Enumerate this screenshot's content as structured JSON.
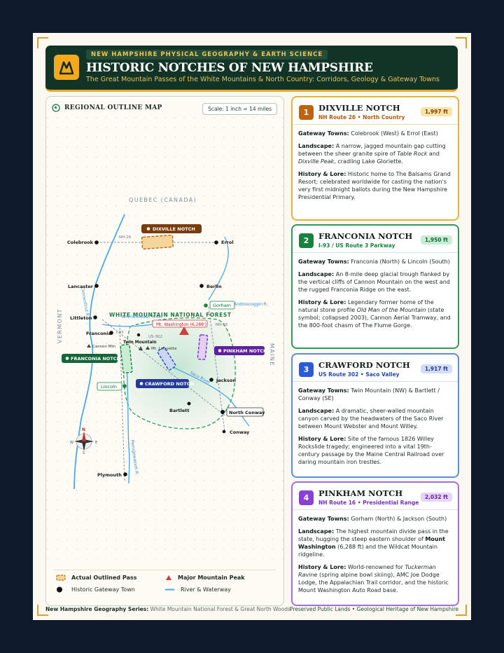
{
  "header": {
    "eyebrow": "NEW HAMPSHIRE PHYSICAL GEOGRAPHY & EARTH SCIENCE",
    "title": "HISTORIC NOTCHES OF NEW HAMPSHIRE",
    "subtitle": "The Great Mountain Passes of the White Mountains & North Country: Corridors, Geology & Gateway Towns"
  },
  "map": {
    "title": "REGIONAL OUTLINE MAP",
    "scale": "Scale: 1 inch = 14 miles",
    "region_labels": {
      "canada": "QUEBEC (CANADA)",
      "vermont": "VERMONT",
      "maine": "MAINE",
      "forest": "WHITE MOUNTAIN NATIONAL FOREST"
    },
    "towns": [
      "Colebrook",
      "Errol",
      "Lancaster",
      "Berlin",
      "Gorham",
      "Littleton",
      "Franconia",
      "Twin Mountain",
      "Lincoln",
      "Jackson",
      "Bartlett",
      "North Conway",
      "Conway",
      "Plymouth"
    ],
    "notch_labels": [
      "DIXVILLE NOTCH",
      "FRANCONIA NOTCH",
      "CRAWFORD NOTCH",
      "PINKHAM NOTCH"
    ],
    "peaks": [
      "Mt. Washington (6,288')",
      "Cannon Mtn",
      "Mt. Lafayette"
    ],
    "routes": [
      "NH-26",
      "I-93",
      "US-302",
      "NH-16"
    ],
    "rivers": [
      "Connecticut R.",
      "Ammonoosuc River",
      "Androscoggin R.",
      "Saco River",
      "Pemigewasset R."
    ],
    "compass": [
      "N",
      "W",
      "E",
      "S"
    ],
    "colors": {
      "dixville": "#b9660f",
      "franconia": "#17833f",
      "crawford": "#2448b8",
      "pinkham": "#7a2fc4",
      "river": "#4aa8e8",
      "forest": "#2f9a5c",
      "peak": "#d63a3a"
    }
  },
  "legend": {
    "pass": "Actual Outlined Pass",
    "peak": "Major Mountain Peak",
    "town": "Historic Gateway Town",
    "river": "River & Waterway"
  },
  "cards": [
    {
      "num": "1",
      "name": "DIXVILLE NOTCH",
      "route": "NH Route 26 • North Country",
      "elev": "1,997 ft",
      "gateway_label": "Gateway Towns:",
      "gateway": " Colebrook (West) & Errol (East)",
      "landscape_label": "Landscape:",
      "landscape_a": " A narrow, jagged mountain gap cutting between the sheer granite spire of ",
      "landscape_i1": "Table Rock",
      "landscape_b": " and ",
      "landscape_i2": "Dixville Peak",
      "landscape_c": ", cradling Lake Gloriette.",
      "history_label": "History & Lore:",
      "history": " Historic home to The Balsams Grand Resort; celebrated worldwide for casting the nation's very first midnight ballots during the New Hampshire Presidential Primary."
    },
    {
      "num": "2",
      "name": "FRANCONIA NOTCH",
      "route": "I-93 / US Route 3 Parkway",
      "elev": "1,950 ft",
      "gateway_label": "Gateway Towns:",
      "gateway": " Franconia (North) & Lincoln (South)",
      "landscape_label": "Landscape:",
      "landscape": " An 8-mile deep glacial trough flanked by the vertical cliffs of Cannon Mountain on the west and the rugged Franconia Ridge on the east.",
      "history_label": "History & Lore:",
      "history_a": " Legendary former home of the natural stone profile ",
      "history_i": "Old Man of the Mountain",
      "history_b": " (state symbol; collapsed 2003), Cannon Aerial Tramway, and the 800-foot chasm of The Flume Gorge."
    },
    {
      "num": "3",
      "name": "CRAWFORD NOTCH",
      "route": "US Route 302 • Saco Valley",
      "elev": "1,917 ft",
      "gateway_label": "Gateway Towns:",
      "gateway": " Twin Mountain (NW) & Bartlett / Conway (SE)",
      "landscape_label": "Landscape:",
      "landscape": " A dramatic, sheer-walled mountain canyon carved by the headwaters of the Saco River between Mount Webster and Mount Willey.",
      "history_label": "History & Lore:",
      "history": " Site of the famous 1826 Willey Rockslide tragedy; engineered into a vital 19th-century passage by the Maine Central Railroad over daring mountain iron trestles."
    },
    {
      "num": "4",
      "name": "PINKHAM NOTCH",
      "route": "NH Route 16 • Presidential Range",
      "elev": "2,032 ft",
      "gateway_label": "Gateway Towns:",
      "gateway": " Gorham (North) & Jackson (South)",
      "landscape_label": "Landscape:",
      "landscape_a": " The highest mountain divide pass in the state, hugging the steep eastern shoulder of ",
      "landscape_b": "Mount Washington",
      "landscape_c": " (6,288 ft) and the Wildcat Mountain ridgeline.",
      "history_label": "History & Lore:",
      "history_a": " World-renowned for ",
      "history_i": "Tuckerman Ravine",
      "history_b": " (spring alpine bowl skiing), AMC Joe Dodge Lodge, the Appalachian Trail corridor, and the historic Mount Washington Auto Road base."
    }
  ],
  "footer": {
    "series_label": "New Hampshire Geography Series:",
    "series": " White Mountain National Forest & Great North Woods",
    "right": "Preserved Public Lands • Geological Heritage of New Hampshire"
  }
}
